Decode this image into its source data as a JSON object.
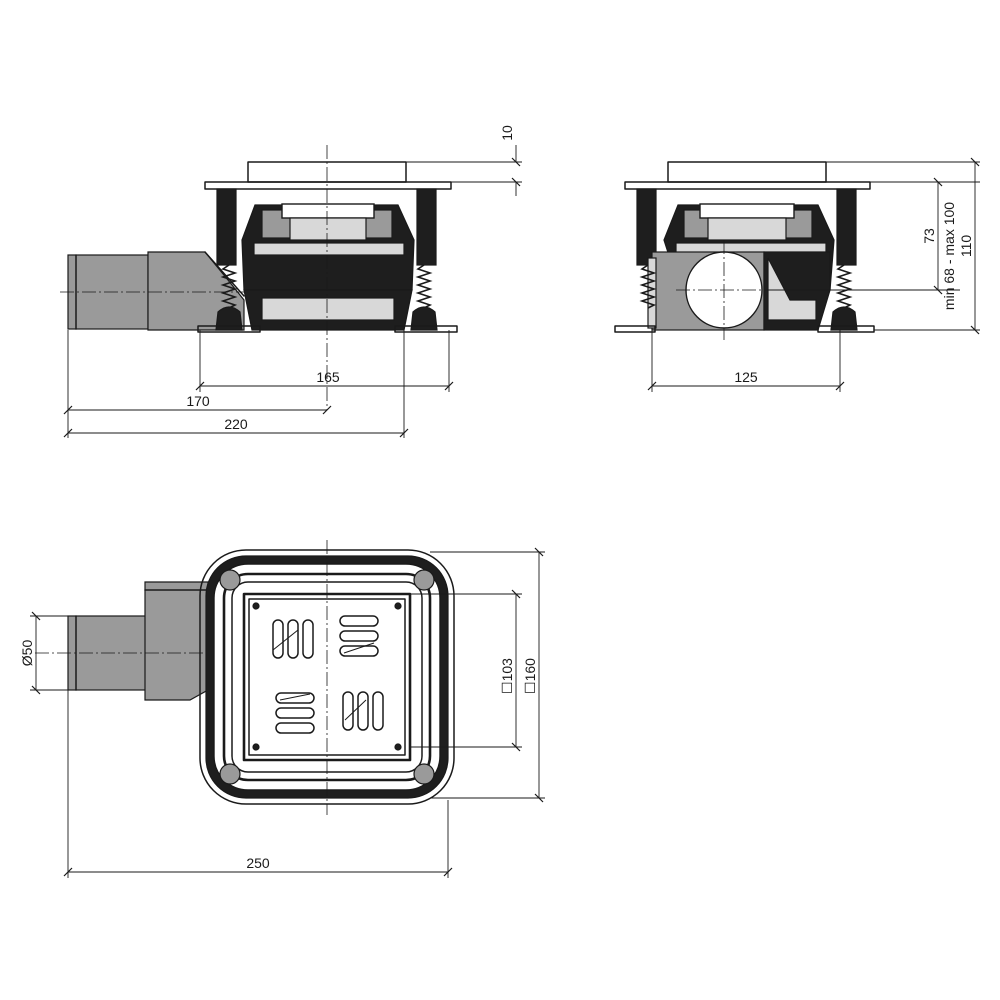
{
  "dimensions": {
    "front": {
      "width_frame": "165",
      "to_axis": "170",
      "overall": "220",
      "grate_height": "10"
    },
    "side": {
      "width": "125",
      "adjust": "73",
      "range": "min 68 - max 100",
      "total_height": "110"
    },
    "plan": {
      "outlet": "Ø50",
      "grate_size": "☐103",
      "body_size": "☐160",
      "overall": "250"
    }
  },
  "colors": {
    "line": "#1a1a1a",
    "fill_dark": "#1e1e1e",
    "fill_gray": "#9a9a9a",
    "fill_light": "#d8d8d8",
    "background": "#ffffff"
  }
}
